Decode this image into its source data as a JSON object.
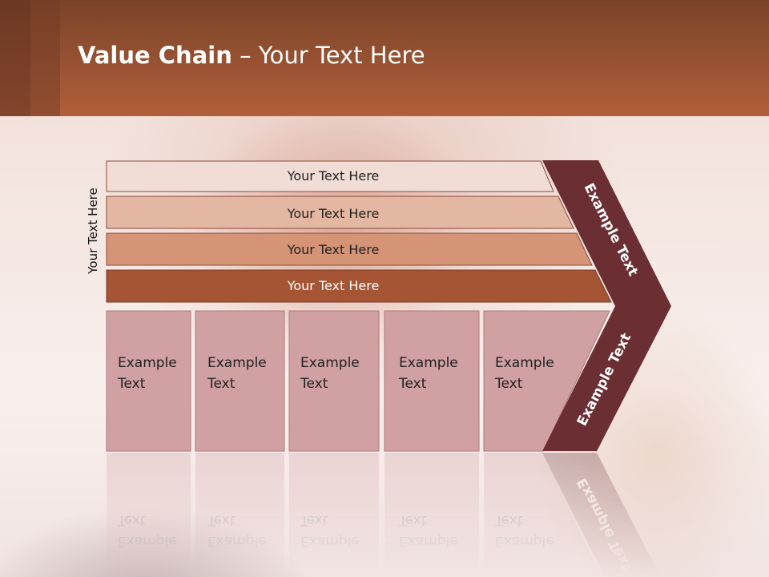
{
  "slide": {
    "title_bold": "Value Chain",
    "title_rest": " – Your Text Here"
  },
  "diagram": {
    "side_label": "Your Text Here",
    "bars": [
      {
        "label": "Your Text Here",
        "color": "#f1ddd6"
      },
      {
        "label": "Your Text Here",
        "color": "#e4b7a2"
      },
      {
        "label": "Your Text Here",
        "color": "#d59476"
      },
      {
        "label": "Your Text Here",
        "color": "#a55434"
      }
    ],
    "boxes": [
      {
        "line1": "Example",
        "line2": "Text"
      },
      {
        "line1": "Example",
        "line2": "Text"
      },
      {
        "line1": "Example",
        "line2": "Text"
      },
      {
        "line1": "Example",
        "line2": "Text"
      },
      {
        "line1": "Example",
        "line2": "Text"
      }
    ],
    "box_color": "#d0a0a2",
    "chevron_top_label": "Example Text",
    "chevron_bottom_label": "Example Text",
    "chevron_color": "#6b2e32"
  }
}
